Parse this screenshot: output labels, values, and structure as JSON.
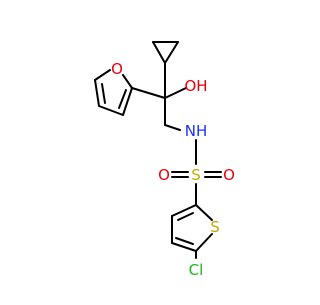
{
  "molecule": {
    "atoms": {
      "furan_o": {
        "label": "O",
        "color": "#e8000b"
      },
      "hydroxyl": {
        "label": "OH",
        "color": "#e8000b"
      },
      "amine": {
        "label": "NH",
        "color": "#1a31ff"
      },
      "sulfonyl_s": {
        "label": "S",
        "color": "#c8a800"
      },
      "sulfonyl_o_left": {
        "label": "O",
        "color": "#e8000b"
      },
      "sulfonyl_o_right": {
        "label": "O",
        "color": "#e8000b"
      },
      "thiophene_s": {
        "label": "S",
        "color": "#c8a800"
      },
      "chloro": {
        "label": "Cl",
        "color": "#1fb31f"
      }
    },
    "bond_color": "#000000"
  }
}
